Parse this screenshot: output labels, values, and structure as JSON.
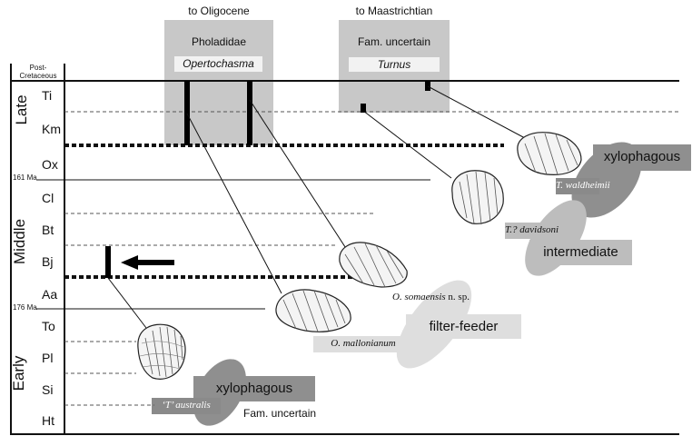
{
  "epochs": [
    "Late",
    "Middle",
    "Early"
  ],
  "post_cretaceous": "Post-\nCretaceous",
  "stages": [
    "Ti",
    "Km",
    "Ox",
    "Cl",
    "Bt",
    "Bj",
    "Aa",
    "To",
    "Pl",
    "Si",
    "Ht"
  ],
  "age_markers": [
    "161 Ma",
    "176 Ma"
  ],
  "ranges": {
    "pholadidae": {
      "extends_to": "to Oligocene",
      "family": "Pholadidae",
      "genus": "Opertochasma"
    },
    "turnus": {
      "extends_to": "to Maastrichtian",
      "family": "Fam. uncertain",
      "genus": "Turnus"
    }
  },
  "species": {
    "waldheimii": "T. waldheimii",
    "davidsoni": "T.? davidsoni",
    "somaensis": "O. somaensis",
    "somaensis_suffix": " n. sp.",
    "mallonianum": "O. mallonianum",
    "australis": "‘T’ australis"
  },
  "ecology": {
    "xylophagous_upper": "xylophagous",
    "intermediate": "intermediate",
    "filter_feeder": "filter-feeder",
    "xylophagous_lower": "xylophagous"
  },
  "fam_uncertain_lower": "Fam. uncertain",
  "colors": {
    "range_box": "#c8c8c8",
    "dark_ellipse": "#8f8f8f",
    "mid_ellipse": "#bdbdbd",
    "light_ellipse": "#dedede",
    "label_bar": "#8a8a8a"
  }
}
